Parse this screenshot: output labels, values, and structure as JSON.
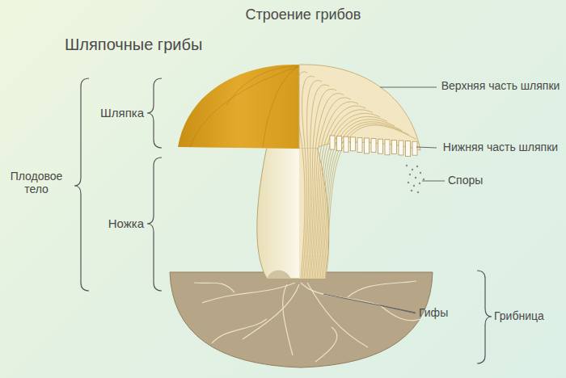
{
  "diagram": {
    "title": "Строение грибов",
    "labels": [
      "Шляпочные грибы",
      "Шляпка",
      "Плодовое тело",
      "Ножка",
      "Верхняя часть шляпки",
      "Нижняя часть шляпки",
      "Споры",
      "Гифы",
      "Грибница"
    ]
  }
}
